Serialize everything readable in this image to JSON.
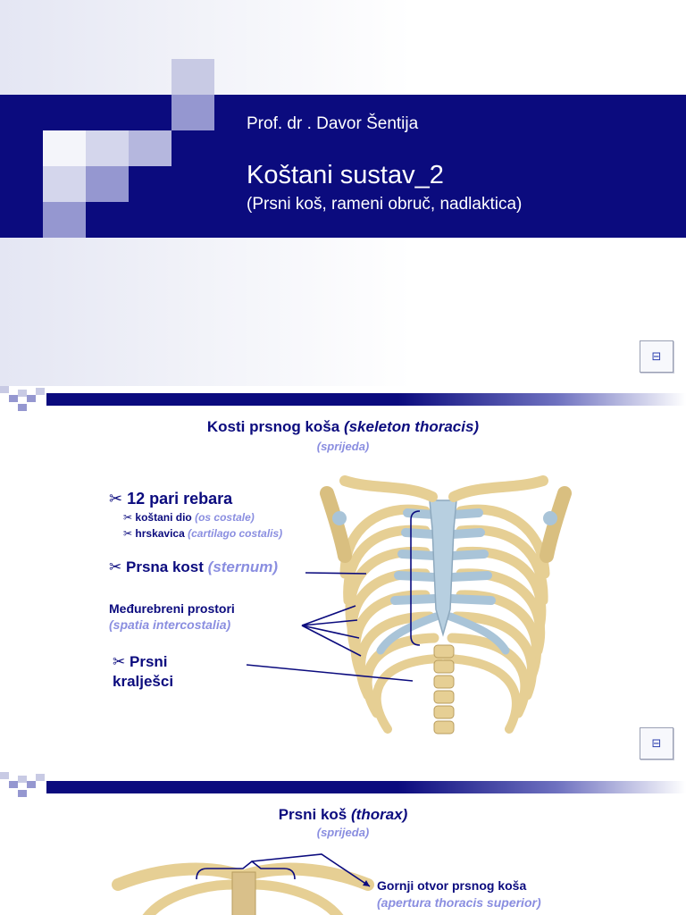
{
  "title_slide": {
    "author": "Prof. dr . Davor Šentija",
    "title": "Koštani sustav_2",
    "subtitle": "(Prsni koš, rameni obruč, nadlaktica)"
  },
  "nav_button": {
    "icon": "next-slide-icon",
    "glyph": "⊟"
  },
  "slide2": {
    "title_main": "Kosti prsnog koša",
    "title_latin": "(skeleton thoracis)",
    "subtitle": "(sprijeda)",
    "bullet_glyph": "✂",
    "ribs": "12 pari rebara",
    "ribs_sub": [
      {
        "label": "koštani dio",
        "latin": "(os costale)"
      },
      {
        "label": "hrskavica",
        "latin": "(cartilago costalis)"
      }
    ],
    "sternum": "Prsna kost",
    "sternum_latin": "(sternum)",
    "intercostal": "Međurebreni prostori",
    "intercostal_latin": "(spatia intercostalia)",
    "vertebrae_line1": "Prsni",
    "vertebrae_line2": "kralješci"
  },
  "slide3": {
    "title_main": "Prsni koš",
    "title_latin": "(thorax)",
    "subtitle": "(sprijeda)",
    "upper_opening": "Gornji otvor prsnog koša",
    "upper_opening_latin": "(apertura thoracis superior)"
  },
  "colors": {
    "navy": "#0b0b7e",
    "latin": "#8a8ee0",
    "bone": "#e6cf94",
    "cartilage": "#a9c4d8"
  }
}
